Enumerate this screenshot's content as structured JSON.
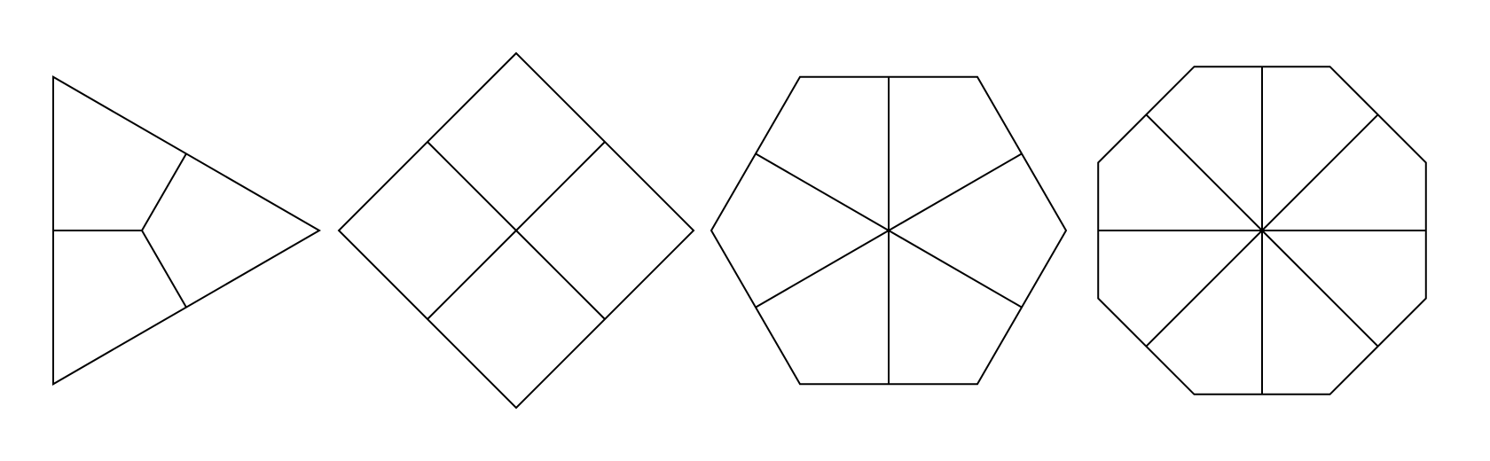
{
  "style": {
    "background": "#ffffff",
    "stroke": "#000000"
  },
  "figures": [
    {
      "name": "triangle",
      "sides": 3,
      "rotation_deg": 0,
      "segments": 3,
      "divider": "midpoints"
    },
    {
      "name": "square",
      "sides": 4,
      "rotation_deg": 90,
      "segments": 4,
      "divider": "midpoints"
    },
    {
      "name": "hexagon",
      "sides": 6,
      "rotation_deg": 0,
      "segments": 6,
      "divider": "midpoints"
    },
    {
      "name": "octagon",
      "sides": 8,
      "rotation_deg": 22.5,
      "segments": 8,
      "divider": "midpoints"
    }
  ]
}
